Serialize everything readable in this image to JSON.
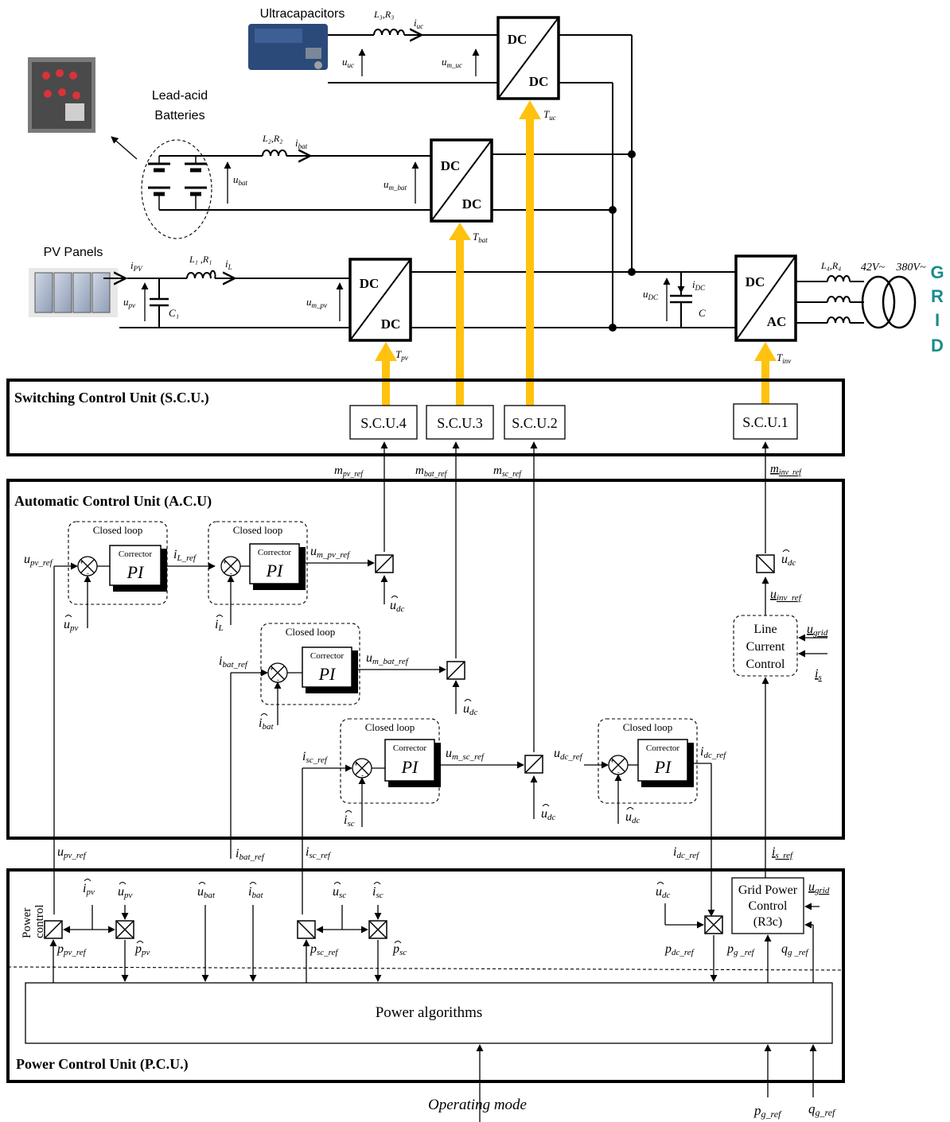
{
  "colors": {
    "arrow_yellow": "#FFC20E",
    "grid_teal": "#1A8C8C",
    "line": "#000000"
  },
  "sources": {
    "ultracapacitors": "Ultracapacitors",
    "lead_acid": [
      "Lead-acid",
      "Batteries"
    ],
    "pv_panels": "PV Panels"
  },
  "converters": {
    "dc": "DC",
    "ac": "AC"
  },
  "grid_letters": [
    "G",
    "R",
    "I",
    "D"
  ],
  "transformer": {
    "v1": "42V~",
    "v2": "380V~"
  },
  "circuit_labels": {
    "L3R3": "L₃,R₃",
    "iuc": "i",
    "iuc_sub": "uc",
    "uuc": "u",
    "uuc_sub": "uc",
    "um_uc": "u",
    "um_uc_sub": "m_uc",
    "Tuc": "T",
    "Tuc_sub": "uc",
    "L2R2": "L₂,R₂",
    "ibat": "i",
    "ibat_sub": "bat",
    "ubat": "u",
    "ubat_sub": "bat",
    "um_bat": "u",
    "um_bat_sub": "m_bat",
    "Tbat": "T",
    "Tbat_sub": "bat",
    "L1R1": "L₁ ,R₁",
    "ipv": "i",
    "ipv_sub": "PV",
    "iL": "i",
    "iL_sub": "L",
    "upv": "u",
    "upv_sub": "pv",
    "C1": "C₁",
    "um_pv": "u",
    "um_pv_sub": "m_pv",
    "Tpv": "T",
    "Tpv_sub": "pv",
    "udc": "u",
    "udc_sub": "DC",
    "idc": "i",
    "idc_sub": "DC",
    "C": "C",
    "L4R4": "L₄,R₄",
    "Tinv": "T",
    "Tinv_sub": "inv"
  },
  "scu": {
    "title": "Switching Control Unit (S.C.U.)",
    "blocks": [
      "S.C.U.4",
      "S.C.U.3",
      "S.C.U.2",
      "S.C.U.1"
    ]
  },
  "signals_top": {
    "mpv": "m",
    "mpv_sub": "pv_ref",
    "mbat": "m",
    "mbat_sub": "bat_ref",
    "msc": "m",
    "msc_sub": "sc_ref",
    "minv": "m",
    "minv_sub": "inv_ref"
  },
  "acu": {
    "title": "Automatic Control Unit (A.C.U)",
    "closed_loop": "Closed loop",
    "corrector": "Corrector",
    "pi": "PI",
    "line_current": [
      "Line",
      "Current",
      "Control"
    ],
    "labels": {
      "upv_ref": "u",
      "upv_ref_sub": "pv_ref",
      "upv_hat": "u",
      "upv_hat_sub": "pv",
      "iL_ref": "i",
      "iL_ref_sub": "L_ref",
      "iL_hat": "i",
      "iL_hat_sub": "L",
      "um_pv_ref": "u",
      "um_pv_ref_sub": "m_pv_ref",
      "udc_hat": "u",
      "udc_hat_sub": "dc",
      "ibat_ref": "i",
      "ibat_ref_sub": "bat_ref",
      "ibat_hat": "i",
      "ibat_hat_sub": "bat",
      "um_bat_ref": "u",
      "um_bat_ref_sub": "m_bat_ref",
      "isc_ref": "i",
      "isc_ref_sub": "sc_ref",
      "isc_hat": "i",
      "isc_hat_sub": "sc",
      "um_sc_ref": "u",
      "um_sc_ref_sub": "m_sc_ref",
      "udc_ref": "u",
      "udc_ref_sub": "dc_ref",
      "idc_ref": "i",
      "idc_ref_sub": "dc_ref",
      "uinv_ref": "u",
      "uinv_ref_sub": "inv_ref",
      "ugrid": "u",
      "ugrid_sub": "grid",
      "is": "i",
      "is_sub": "s"
    }
  },
  "between": {
    "upv_ref": "u",
    "upv_ref_sub": "pv_ref",
    "ibat_ref": "i",
    "ibat_ref_sub": "bat_ref",
    "isc_ref": "i",
    "isc_ref_sub": "sc_ref",
    "idc_ref": "i",
    "idc_ref_sub": "dc_ref",
    "is_ref": "i",
    "is_ref_sub": "s_ref"
  },
  "pcu": {
    "title": "Power Control Unit (P.C.U.)",
    "power_control": [
      "Power",
      "control"
    ],
    "power_algorithms": "Power algorithms",
    "grid_power": [
      "Grid Power",
      "Control",
      "(R3c)"
    ],
    "labels": {
      "ipv": "i",
      "ipv_sub": "pv",
      "upv": "u",
      "upv_sub": "pv",
      "ubat": "u",
      "ubat_sub": "bat",
      "ibat": "i",
      "ibat_sub": "bat",
      "usc": "u",
      "usc_sub": "sc",
      "isc": "i",
      "isc_sub": "sc",
      "udc": "u",
      "udc_sub": "dc",
      "ugrid": "u",
      "ugrid_sub": "grid",
      "ppv_ref": "p",
      "ppv_ref_sub": "pv_ref",
      "ppv": "p",
      "ppv_sub": "pv",
      "psc_ref": "p",
      "psc_ref_sub": "sc_ref",
      "psc": "p",
      "psc_sub": "sc",
      "pdc_ref": "p",
      "pdc_ref_sub": "dc_ref",
      "pg_ref": "p",
      "pg_ref_sub": "g _ref",
      "qg_ref": "q",
      "qg_ref_sub": "g _ref"
    }
  },
  "bottom": {
    "operating_mode": "Operating mode",
    "pg_ref": "p",
    "pg_ref_sub": "g_ref",
    "qg_ref": "q",
    "qg_ref_sub": "g_ref"
  }
}
